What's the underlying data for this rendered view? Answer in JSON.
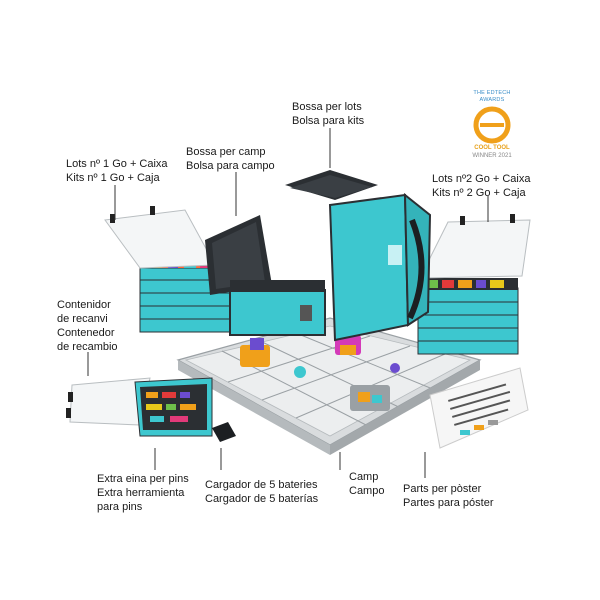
{
  "award": {
    "line1": "THE EDTECH",
    "line2": "AWARDS",
    "line3": "COOL TOOL",
    "line4": "WINNER 2021"
  },
  "labels": {
    "bag_kits": [
      "Bossa per lots",
      "Bolsa para kits"
    ],
    "bag_field": [
      "Bossa per camp",
      "Bolsa para campo"
    ],
    "kits1": [
      "Lots nº 1 Go + Caixa",
      "Kits nº 1 Go + Caja"
    ],
    "kits2": [
      "Lots nº2  Go + Caixa",
      "Kits nº 2 Go + Caja"
    ],
    "spare": [
      "Contenidor",
      "de recanvi",
      "Contenedor",
      "de recambio"
    ],
    "pin_tool": [
      "Extra eina per pins",
      "Extra herramienta",
      "para pins"
    ],
    "charger": [
      "Cargador de 5 bateries",
      "Cargador de 5 baterías"
    ],
    "field": [
      "Camp",
      "Campo"
    ],
    "poster": [
      "Parts per pòster",
      "Partes para póster"
    ]
  },
  "colors": {
    "teal": "#3dc7cf",
    "dark": "#2b2f33",
    "grey": "#c9cdd0",
    "orange": "#f0a01a"
  }
}
